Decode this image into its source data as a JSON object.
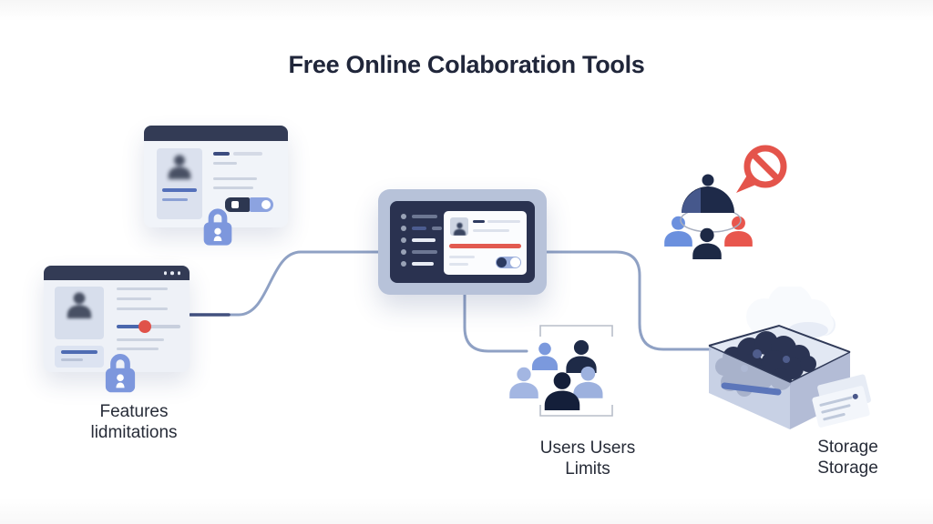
{
  "title": "Free Online Colaboration Tools",
  "captions": {
    "features": {
      "line1": "Features",
      "line2": "lidmitations"
    },
    "users": {
      "line1": "Users Users",
      "line2": "Limits"
    },
    "storage": {
      "line1": "Storage",
      "line2": "Storage"
    }
  },
  "icons": {
    "padlock": "rounded padlock with white person keyhole",
    "prohibition": "red no-entry ring with slash and speech-bubble tail",
    "cloud": "puffy white cloud dropping dark data blobs",
    "person": "head-and-shoulders silhouette",
    "window-controls": "three dots in titlebar",
    "toggle-switch": "pill toggle with square/round knobs",
    "slider": "track with round red knob",
    "crop-frame": "bracket corner frame around users"
  },
  "colors": {
    "background": "#fdfdfe",
    "title_text": "#20263a",
    "window_header": "#333b55",
    "window_body": "#f1f4f9",
    "panel": "#dbe1ee",
    "line_blue": "#5470ba",
    "line_gray": "#ccd3e0",
    "lock_periwinkle": "#7d97dd",
    "tablet_bezel": "#b7c2d9",
    "tablet_screen": "#2a3250",
    "alert_red_bar": "#e25a50",
    "slider_knob_red": "#e0524a",
    "person_blue": "#6b90de",
    "person_light_blue": "#9db1de",
    "person_navy": "#1d2945",
    "person_red": "#e8564d",
    "prohibition_red": "#e4544b",
    "connector": "#8fa1c4",
    "storage_box_face": "#bec9e0",
    "storage_blob_navy": "#2b3453",
    "caption_text": "#272c38"
  }
}
